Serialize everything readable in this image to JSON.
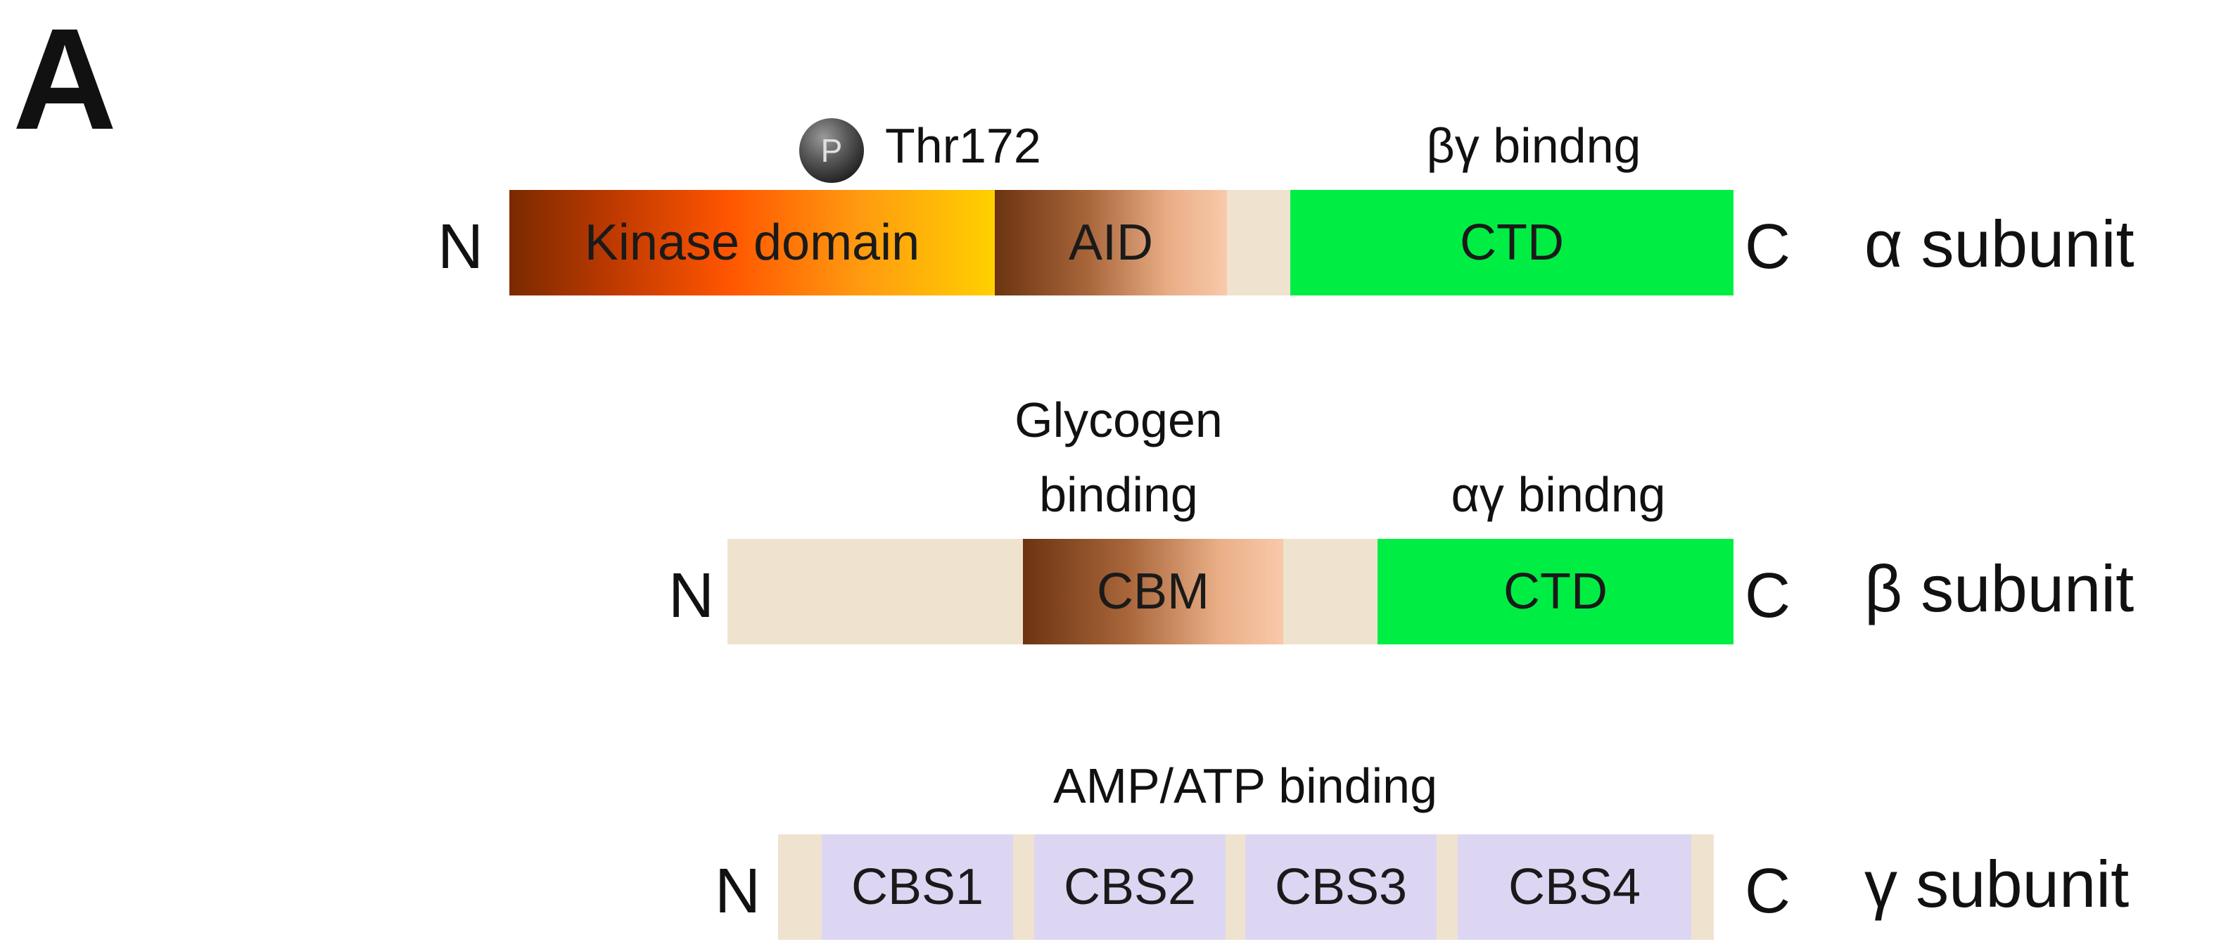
{
  "panel_label": "A",
  "colors": {
    "background": "#ffffff",
    "linker": "#efe3cf",
    "ctd": "#00ee44",
    "cbs": "#ddd6f3",
    "kinase_gradient": [
      "#7a2a00",
      "#ff5500",
      "#ffd000"
    ],
    "brown_gradient": [
      "#6b3410",
      "#f9c9ab"
    ],
    "phospho": "#2a2a2a"
  },
  "alpha": {
    "label": "α subunit",
    "n_label": "N",
    "c_label": "C",
    "phospho_symbol": "P",
    "phospho_site": "Thr172",
    "binding_label": "βγ bindng",
    "domains": [
      {
        "name": "kinase",
        "label": "Kinase domain"
      },
      {
        "name": "aid",
        "label": "AID"
      },
      {
        "name": "linker",
        "label": ""
      },
      {
        "name": "ctd",
        "label": "CTD"
      }
    ]
  },
  "beta": {
    "label": "β subunit",
    "n_label": "N",
    "c_label": "C",
    "glycogen_label_line1": "Glycogen",
    "glycogen_label_line2": "binding",
    "binding_label": "αγ bindng",
    "domains": [
      {
        "name": "n-linker",
        "label": ""
      },
      {
        "name": "cbm",
        "label": "CBM"
      },
      {
        "name": "linker",
        "label": ""
      },
      {
        "name": "ctd",
        "label": "CTD"
      }
    ]
  },
  "gamma": {
    "label": "γ subunit",
    "n_label": "N",
    "c_label": "C",
    "binding_label": "AMP/ATP binding",
    "domains": [
      {
        "name": "cbs1",
        "label": "CBS1"
      },
      {
        "name": "cbs2",
        "label": "CBS2"
      },
      {
        "name": "cbs3",
        "label": "CBS3"
      },
      {
        "name": "cbs4",
        "label": "CBS4"
      }
    ]
  }
}
